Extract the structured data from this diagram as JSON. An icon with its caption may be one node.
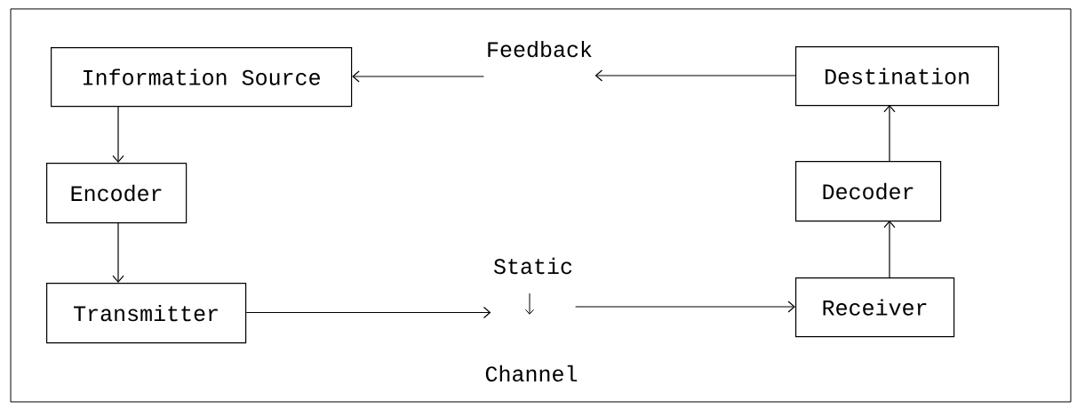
{
  "diagram": {
    "nodes": [
      {
        "text": [
          "Information Source"
        ]
      },
      {
        "text": [
          "Feedback"
        ]
      },
      {
        "text": [
          "Destination"
        ]
      },
      {
        "text": [
          "Encoder"
        ]
      },
      {
        "text": [
          "Decoder"
        ]
      },
      {
        "text": [
          "Transmitter"
        ]
      },
      {
        "text": [
          "Static"
        ]
      },
      {
        "text": [
          "Receiver"
        ]
      }
    ],
    "edges": [
      {
        "from": 2,
        "to": 1,
        "arrow": "to"
      },
      {
        "from": 1,
        "to": 0,
        "arrow": "to"
      },
      {
        "from": 0,
        "to": 3,
        "arrow": "to"
      },
      {
        "from": 3,
        "to": 5,
        "arrow": "to"
      },
      {
        "from": 5,
        "to": 6,
        "arrow": "to"
      },
      {
        "from": 6,
        "to": 7,
        "arrow": "to"
      },
      {
        "from": 7,
        "to": 4,
        "arrow": "to"
      },
      {
        "from": 4,
        "to": 2,
        "arrow": "to"
      }
    ],
    "labels": [
      "Channel"
    ]
  }
}
